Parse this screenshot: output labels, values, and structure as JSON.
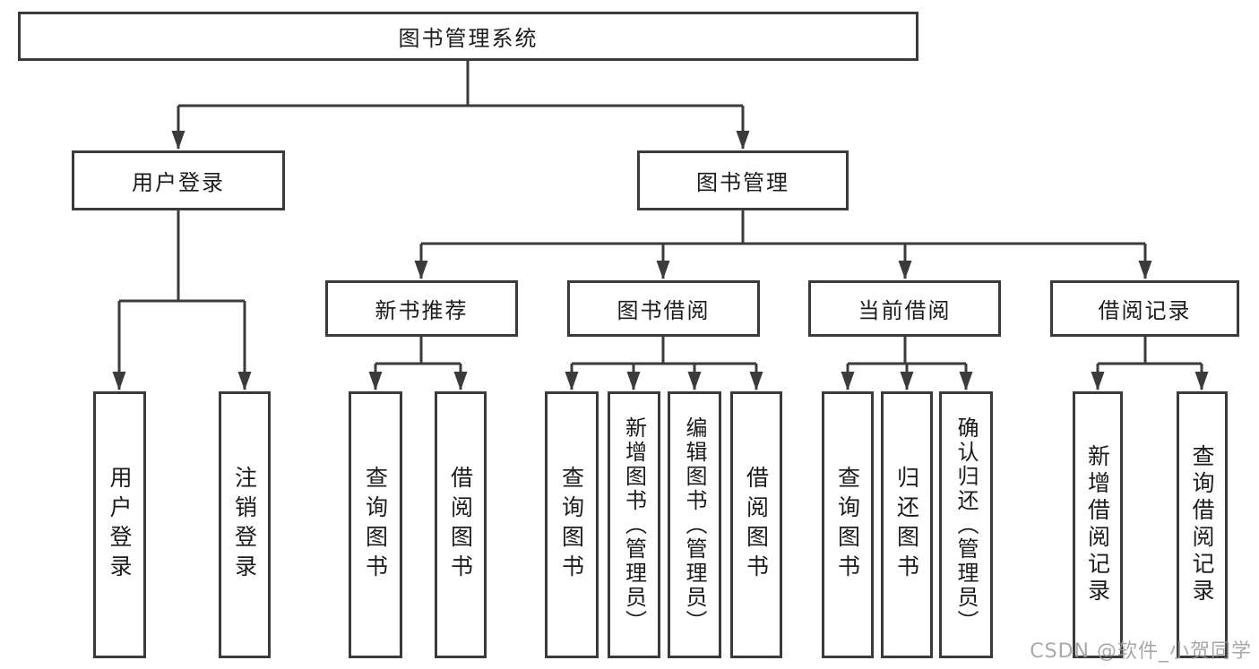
{
  "diagram": {
    "root": {
      "label": "图书管理系统"
    },
    "branches": [
      {
        "label": "用户登录",
        "children": [
          {
            "label": "用户登录"
          },
          {
            "label": "注销登录"
          }
        ]
      },
      {
        "label": "图书管理",
        "children": [
          {
            "label": "新书推荐",
            "children": [
              {
                "label": "查询图书"
              },
              {
                "label": "借阅图书"
              }
            ]
          },
          {
            "label": "图书借阅",
            "children": [
              {
                "label": "查询图书"
              },
              {
                "label": "新增图书（管理员）"
              },
              {
                "label": "编辑图书（管理员）"
              },
              {
                "label": "借阅图书"
              }
            ]
          },
          {
            "label": "当前借阅",
            "children": [
              {
                "label": "查询图书"
              },
              {
                "label": "归还图书"
              },
              {
                "label": "确认归还（管理员）"
              }
            ]
          },
          {
            "label": "借阅记录",
            "children": [
              {
                "label": "新增借阅记录"
              },
              {
                "label": "查询借阅记录"
              }
            ]
          }
        ]
      }
    ]
  },
  "watermark": {
    "text": "CSDN @软件_小贺同学"
  },
  "colors": {
    "line": "#3b3b3b",
    "box_border": "#3b3b3b",
    "text": "#1c1c1c",
    "background": "#ffffff",
    "watermark": "#9b9898"
  }
}
